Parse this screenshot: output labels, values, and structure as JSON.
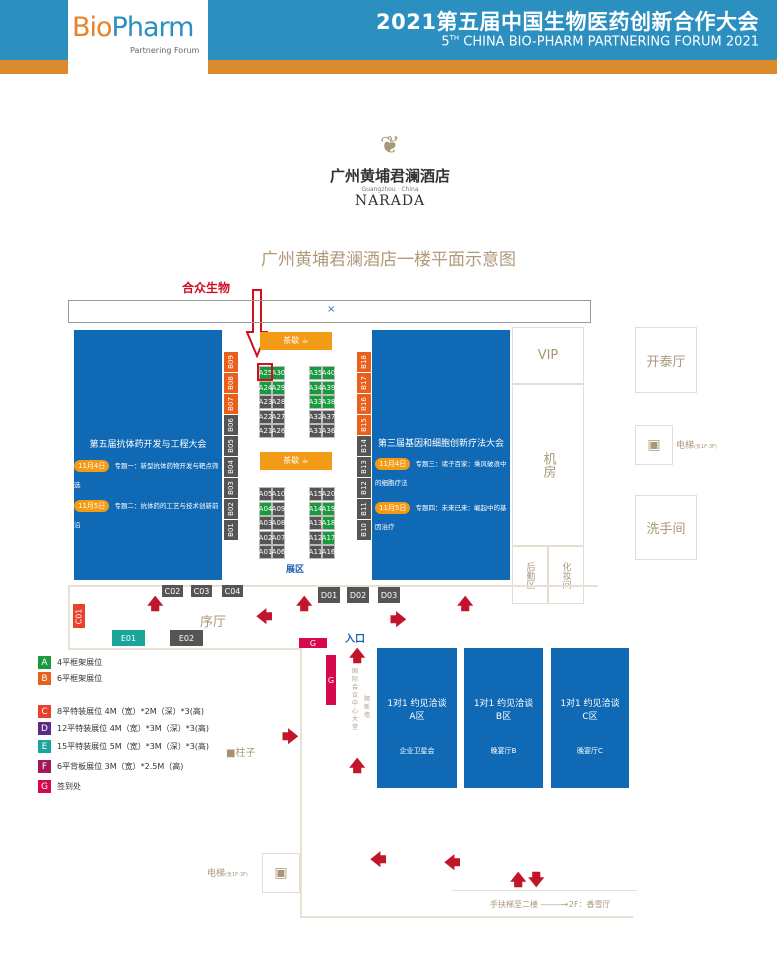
{
  "header": {
    "title_cn": "2021第五届中国生物医药创新合作大会",
    "title_en_pre": "5",
    "title_en_sup": "TH",
    "title_en": " CHINA BIO-PHARM PARTNERING FORUM 2021",
    "logo_bio": "Bio",
    "logo_pharm": "Pharm",
    "logo_sub": "Partnering Forum"
  },
  "hotel": {
    "name_cn": "广州黄埔君澜酒店",
    "name_sub": "Guangzhou · China",
    "name_en": "NARADA"
  },
  "plan_title": "广州黄埔君澜酒店一楼平面示意图",
  "marker_label": "合众生物",
  "search_box": {
    "clear_icon": "×"
  },
  "left_hall": {
    "title": "第五届抗体药开发与工程大会",
    "sessions": [
      {
        "date": "11月4日",
        "text": "专题一：新型抗体药物开发与靶点筛选"
      },
      {
        "date": "11月5日",
        "text": "专题二：抗体药的工艺与技术创新前沿"
      }
    ]
  },
  "right_hall": {
    "title": "第三届基因和细胞创新疗法大会",
    "sessions": [
      {
        "date": "11月4日",
        "text": "专题三：诸子百家：乘风破浪中的细胞疗法"
      },
      {
        "date": "11月5日",
        "text": "专题四：未来已来：崛起中的基因治疗"
      }
    ]
  },
  "tea_break": "茶歇",
  "exhibit_area": "展区",
  "b_left": [
    {
      "id": "B09",
      "c": "o"
    },
    {
      "id": "B08",
      "c": "o"
    },
    {
      "id": "B07",
      "c": "o"
    },
    {
      "id": "B06",
      "c": "g"
    },
    {
      "id": "B05",
      "c": "g"
    },
    {
      "id": "B04",
      "c": "g"
    },
    {
      "id": "B03",
      "c": "g"
    },
    {
      "id": "B02",
      "c": "g"
    },
    {
      "id": "B01",
      "c": "g"
    }
  ],
  "b_right": [
    {
      "id": "B18",
      "c": "o"
    },
    {
      "id": "B17",
      "c": "o"
    },
    {
      "id": "B16",
      "c": "o"
    },
    {
      "id": "B15",
      "c": "o"
    },
    {
      "id": "B14",
      "c": "g"
    },
    {
      "id": "B13",
      "c": "g"
    },
    {
      "id": "B12",
      "c": "g"
    },
    {
      "id": "B11",
      "c": "g"
    },
    {
      "id": "B10",
      "c": "g"
    }
  ],
  "a_clusters": [
    {
      "rows": [
        [
          "A25",
          "A30"
        ],
        [
          "A24",
          "A29"
        ],
        [
          "A23",
          "A28"
        ],
        [
          "A22",
          "A27"
        ],
        [
          "A21",
          "A26"
        ]
      ]
    },
    {
      "rows": [
        [
          "A35",
          "A40"
        ],
        [
          "A34",
          "A39"
        ],
        [
          "A33",
          "A38"
        ],
        [
          "A32",
          "A37"
        ],
        [
          "A31",
          "A36"
        ]
      ]
    },
    {
      "rows": [
        [
          "A05",
          "A10"
        ],
        [
          "A04",
          "A09"
        ],
        [
          "A03",
          "A08"
        ],
        [
          "A02",
          "A07"
        ],
        [
          "A01",
          "A06"
        ]
      ]
    },
    {
      "rows": [
        [
          "A15",
          "A20"
        ],
        [
          "A14",
          "A19"
        ],
        [
          "A13",
          "A18"
        ],
        [
          "A12",
          "A17"
        ],
        [
          "A11",
          "A16"
        ]
      ]
    }
  ],
  "a_booked": [
    "A25",
    "A30",
    "A24",
    "A29",
    "A35",
    "A40",
    "A34",
    "A39",
    "A33",
    "A38",
    "A04",
    "A14",
    "A19",
    "A18",
    "A17"
  ],
  "a_highlight": "A25",
  "rooms": {
    "vip": "VIP",
    "machine": "机房",
    "logistics": "后勤区",
    "makeup": "化妆间",
    "kaitai": "开泰厅",
    "elevator": "电梯",
    "elevator_note": "(负1F-3F)",
    "restroom": "洗手间",
    "foyer": "序厅",
    "entrance": "入口",
    "lobby": "国际会议中心大堂",
    "screen_wall": "隔断墙",
    "pillar": "柱子",
    "escalator": "手扶梯至二楼",
    "floor2": "2F：香雪厅"
  },
  "stands": {
    "c": [
      "C01",
      "C02",
      "C03",
      "C04"
    ],
    "d": [
      "D01",
      "D02",
      "D03"
    ],
    "e": [
      "E01",
      "E02"
    ],
    "g": "G"
  },
  "meeting": [
    {
      "title": "1对1 约见洽谈",
      "zone": "A区",
      "room": "企业卫星会"
    },
    {
      "title": "1对1 约见洽谈",
      "zone": "B区",
      "room": "晚宴厅B"
    },
    {
      "title": "1对1 约见洽谈",
      "zone": "C区",
      "room": "晚宴厅C"
    }
  ],
  "legend": [
    {
      "k": "A",
      "t": "4平框架展位",
      "c": "#1a9a3e"
    },
    {
      "k": "B",
      "t": "6平框架展位",
      "c": "#e8601c"
    },
    {
      "k": "C",
      "t": "8平特装展位  4M（宽）*2M（深）*3(高)",
      "c": "#e8412c"
    },
    {
      "k": "D",
      "t": "12平特装展位  4M（宽）*3M（深）*3(高)",
      "c": "#5b2a86"
    },
    {
      "k": "E",
      "t": "15平特装展位  5M（宽）*3M（深）*3(高)",
      "c": "#1aa59a"
    },
    {
      "k": "F",
      "t": "6平背板展位 3M（宽）*2.5M（高)",
      "c": "#a3185c"
    },
    {
      "k": "G",
      "t": "签到处",
      "c": "#d6094f"
    }
  ],
  "colors": {
    "blue": "#1069b4",
    "orange": "#f39a16",
    "green": "#1a9a3e",
    "gray": "#555555",
    "red": "#c0152a"
  }
}
